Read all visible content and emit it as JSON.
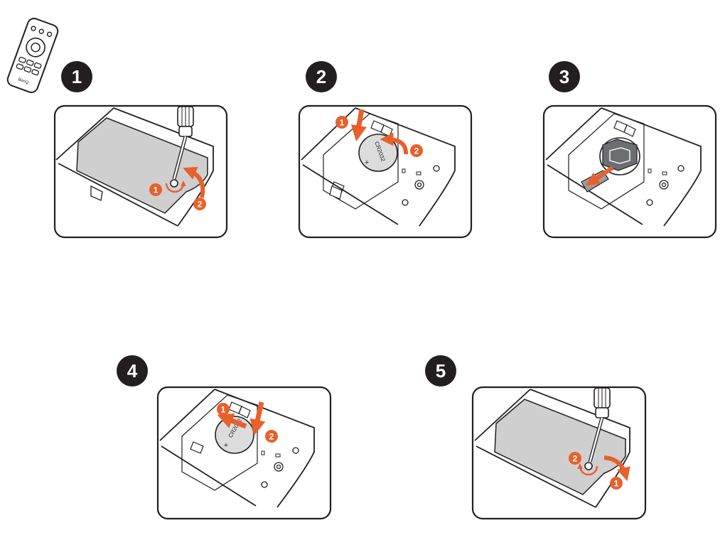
{
  "steps": [
    {
      "number": "1",
      "markers": [
        "1",
        "2"
      ]
    },
    {
      "number": "2",
      "markers": [
        "1",
        "2"
      ],
      "battery_text": "CR2032",
      "battery_sign": "+"
    },
    {
      "number": "3"
    },
    {
      "number": "4",
      "markers": [
        "1",
        "2"
      ],
      "battery_text": "CR2032",
      "battery_sign": "+"
    },
    {
      "number": "5",
      "markers": [
        "2",
        "1"
      ]
    }
  ],
  "remote": {
    "brand": "BenQ"
  },
  "colors": {
    "accent": "#e8602c",
    "outline": "#231f20",
    "cover_fill": "#cfcfcf",
    "battery_fill": "#dcdcdc",
    "badge_fill": "#231f20",
    "badge_text": "#ffffff",
    "cradle_fill": "#6d6e71"
  },
  "icons": {
    "remote": "remote-control-icon",
    "screwdriver": "screwdriver-icon",
    "arrow": "arrow-icon",
    "rotate": "rotate-arrow-icon",
    "battery": "coin-battery-icon"
  }
}
